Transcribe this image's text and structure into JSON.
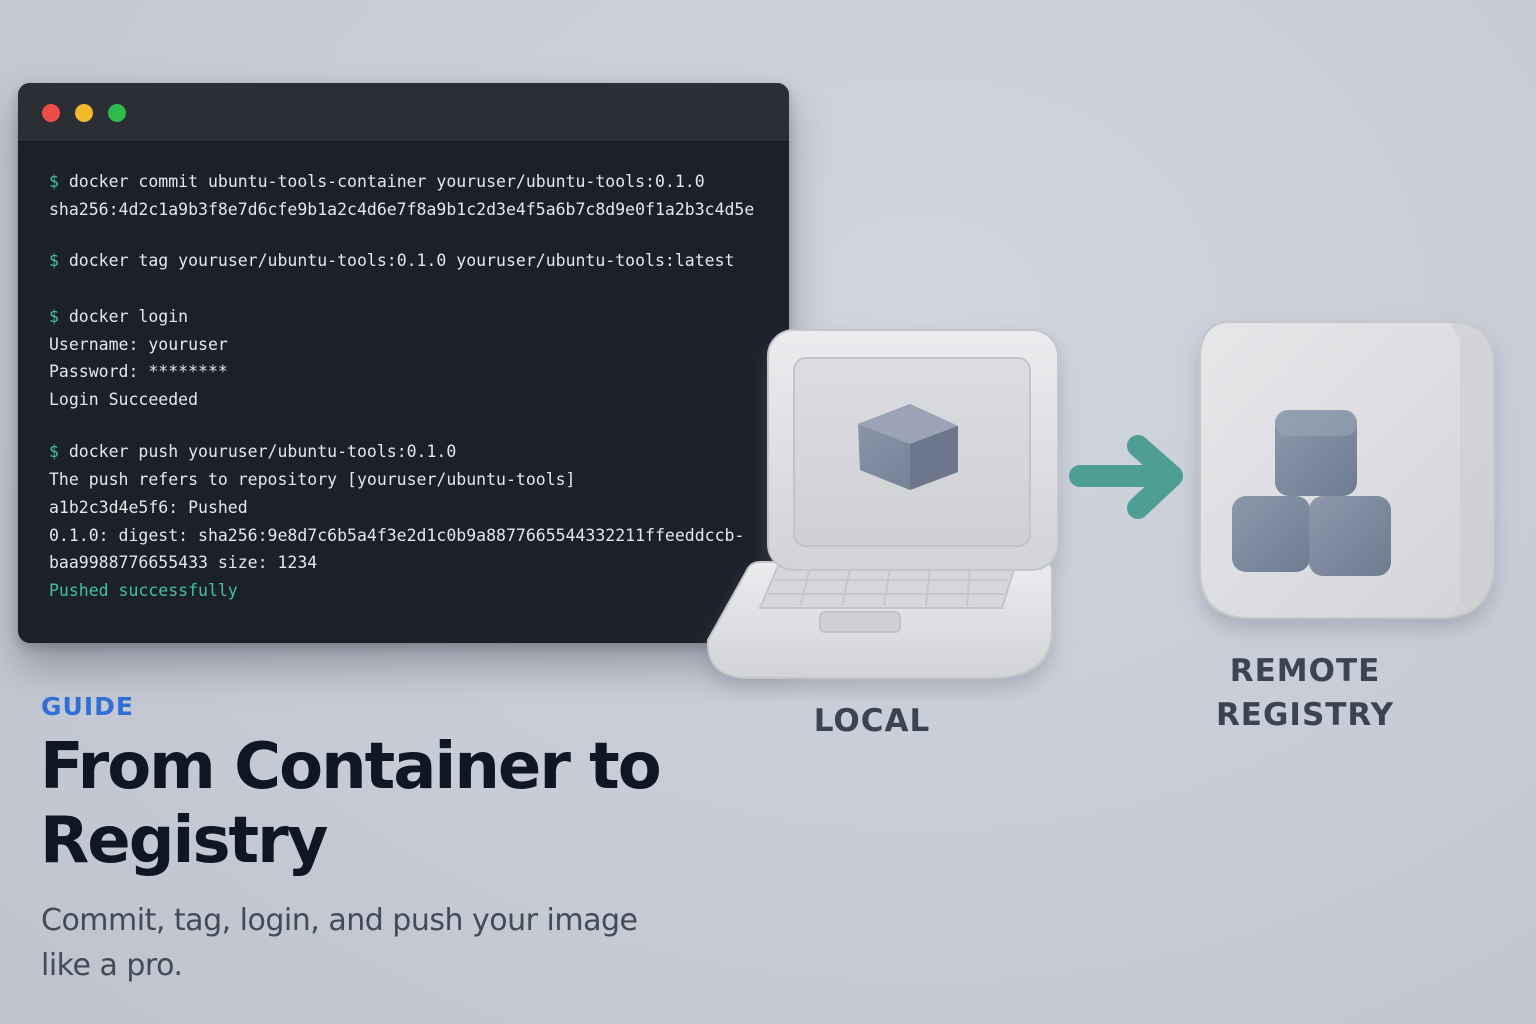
{
  "terminal": {
    "window_controls": [
      "close",
      "minimize",
      "maximize"
    ],
    "lines": [
      {
        "prompt": "$",
        "text": "docker commit ubuntu-tools-container youruser/ubuntu-tools:0.1.0"
      },
      {
        "prompt": "",
        "text": "sha256:4d2c1a9b3f8e7d6cfe9b1a2c4d6e7f8a9b1c2d3e4f5a6b7c8d9e0f1a2b3c4d5e"
      },
      {
        "prompt": "$",
        "text": "docker tag youruser/ubuntu-tools:0.1.0 youruser/ubuntu-tools:latest"
      },
      {
        "prompt": "$",
        "text": "docker login"
      },
      {
        "prompt": "",
        "text": "Username: youruser"
      },
      {
        "prompt": "",
        "text": "Password: ********"
      },
      {
        "prompt": "",
        "text": "Login Succeeded"
      },
      {
        "prompt": "$",
        "text": "docker push youruser/ubuntu-tools:0.1.0"
      },
      {
        "prompt": "",
        "text": "The push refers to repository [youruser/ubuntu-tools]"
      },
      {
        "prompt": "",
        "text": "a1b2c3d4e5f6: Pushed"
      },
      {
        "prompt": "",
        "text": "0.1.0: digest: sha256:9e8d7c6b5a4f3e2d1c0b9a8877665544332211ffeeddccb-"
      },
      {
        "prompt": "",
        "text": "baa9988776655433 size: 1234"
      },
      {
        "prompt": "",
        "text": "Pushed successfully"
      }
    ]
  },
  "illustration": {
    "local_label": "LOCAL",
    "remote_label_line1": "REMOTE",
    "remote_label_line2": "REGISTRY",
    "icons": [
      "laptop-icon",
      "cube-icon",
      "arrow-right-icon",
      "registry-box-icon"
    ]
  },
  "text": {
    "kicker": "GUIDE",
    "headline": "From Container to Registry",
    "subhead": "Commit, tag, login, and push your image like a pro."
  },
  "colors": {
    "background": "#c7ccd6",
    "terminal_bg": "#1c2029",
    "accent_green": "#3fc49e",
    "kicker_blue": "#2f6fd6",
    "arrow_teal": "#4e9e96",
    "headline": "#0f1724"
  }
}
